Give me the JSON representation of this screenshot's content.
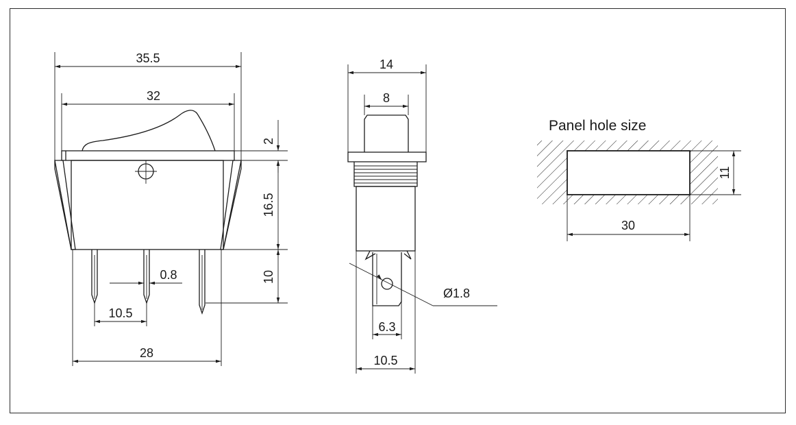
{
  "front_view": {
    "overall_width": "35.5",
    "rocker_width": "32",
    "rocker_height": "2",
    "body_height": "16.5",
    "terminal_length": "10",
    "terminal_thickness": "0.8",
    "terminal_pitch": "10.5",
    "terminal_span": "28"
  },
  "side_view": {
    "overall_depth": "14",
    "rocker_depth": "8",
    "hole_diameter": "Ø1.8",
    "terminal_width": "6.3",
    "body_depth": "10.5"
  },
  "panel": {
    "title": "Panel hole size",
    "width": "30",
    "height": "11"
  }
}
